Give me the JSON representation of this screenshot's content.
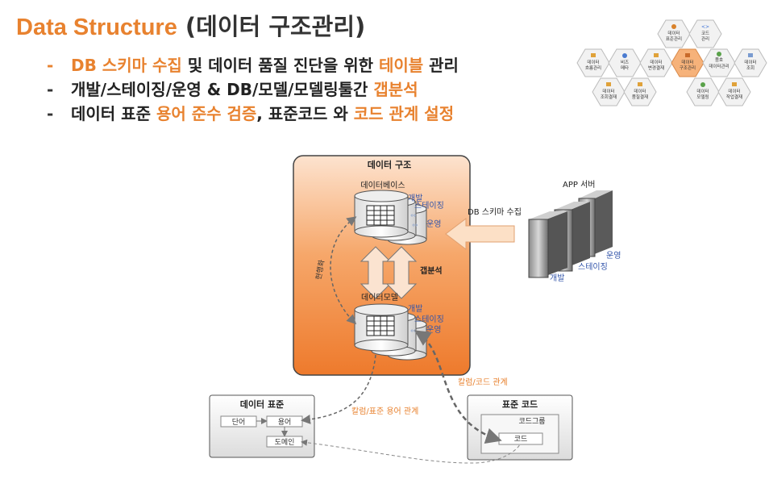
{
  "header": {
    "title_en": "Data Structure",
    "title_ko": " (데이터 구조관리)"
  },
  "bullets": [
    {
      "dash": "-",
      "p1": "DB 스키마 수집",
      "p2": " 및 데이터 품질 진단을 위한 ",
      "p3": "테이블",
      "p4": " 관리"
    },
    {
      "dash": "-",
      "p1": "개발/스테이징/운영 & DB/모델/모델링툴간 ",
      "p2": "갭분석"
    },
    {
      "dash": "-",
      "p1": "데이터 표준 ",
      "p2": "용어 준수 검증",
      "p3": ", 표준코드 와 ",
      "p4": "코드 관계 설정"
    }
  ],
  "hex_menu": [
    {
      "label1": "데이터",
      "label2": "표준관리"
    },
    {
      "label1": "코드",
      "label2": "관리"
    },
    {
      "label1": "데이터",
      "label2": "흐름관리"
    },
    {
      "label1": "비즈",
      "label2": "메타"
    },
    {
      "label1": "데이터",
      "label2": "변경결재"
    },
    {
      "label1": "데이터",
      "label2": "구조관리"
    },
    {
      "label1": "품호",
      "label2": "데이터관리"
    },
    {
      "label1": "데이터",
      "label2": "조회"
    },
    {
      "label1": "데이터",
      "label2": "조회결재"
    },
    {
      "label1": "데이터",
      "label2": "품질결재"
    },
    {
      "label1": "데이터",
      "label2": "모델링"
    },
    {
      "label1": "데이터",
      "label2": "작업결재"
    }
  ],
  "diagram": {
    "structure_title": "데이터 구조",
    "database_label": "데이터베이스",
    "model_label": "데이터모델",
    "env": [
      "개발",
      "스테이징",
      "운영"
    ],
    "current_label": "현행화",
    "gap_label": "갭분석",
    "app_server_label": "APP 서버",
    "schema_collect_label": "DB 스키마 수집",
    "column_code_relation": "칼럼/코드 관계",
    "column_term_relation": "칼럼/표준 용어 관계",
    "std_data_title": "데이터 표준",
    "word_label": "단어",
    "term_label": "용어",
    "domain_label": "도메인",
    "std_code_title": "표준 코드",
    "code_group_label": "코드그룹",
    "code_label": "코드"
  },
  "colors": {
    "accent": "#e8822f",
    "blue": "#3355aa",
    "hex_fill": "#f2f2f2",
    "hex_active": "#f6b27a"
  }
}
